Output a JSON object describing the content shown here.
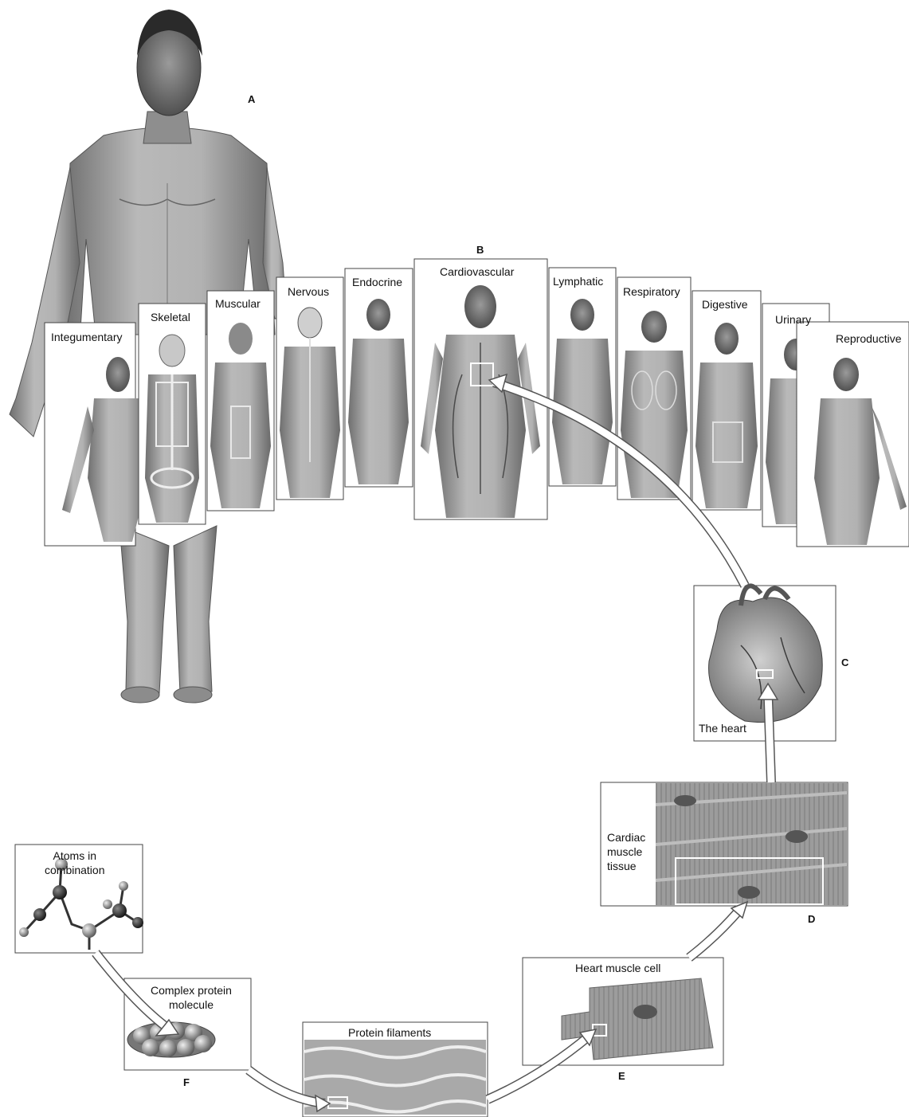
{
  "letters": {
    "a": "A",
    "b": "B",
    "c": "C",
    "d": "D",
    "e": "E",
    "f": "F"
  },
  "systems": [
    "Integumentary",
    "Skeletal",
    "Muscular",
    "Nervous",
    "Endocrine",
    "Cardiovascular",
    "Lymphatic",
    "Respiratory",
    "Digestive",
    "Urinary",
    "Reproductive"
  ],
  "heart": {
    "label": "The heart"
  },
  "tissue": {
    "label_lines": [
      "Cardiac",
      "muscle",
      "tissue"
    ]
  },
  "cell": {
    "label": "Heart muscle cell"
  },
  "filaments": {
    "label": "Protein filaments"
  },
  "protein": {
    "label_lines": [
      "Complex protein",
      "molecule"
    ]
  },
  "atoms": {
    "label_lines": [
      "Atoms in",
      "combination"
    ]
  }
}
